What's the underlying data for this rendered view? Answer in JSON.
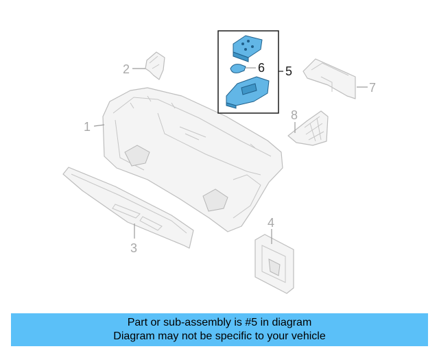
{
  "callouts": {
    "c1": "1",
    "c2": "2",
    "c3": "3",
    "c4": "4",
    "c5": "5",
    "c6": "6",
    "c7": "7",
    "c8": "8"
  },
  "banner": {
    "line1": "Part or sub-assembly is #5 in diagram",
    "line2": "Diagram may not be specific to your vehicle"
  },
  "colors": {
    "highlight": "#62b6e6",
    "banner_bg": "#5bc0f8",
    "part_outline": "#bdbdbd"
  }
}
